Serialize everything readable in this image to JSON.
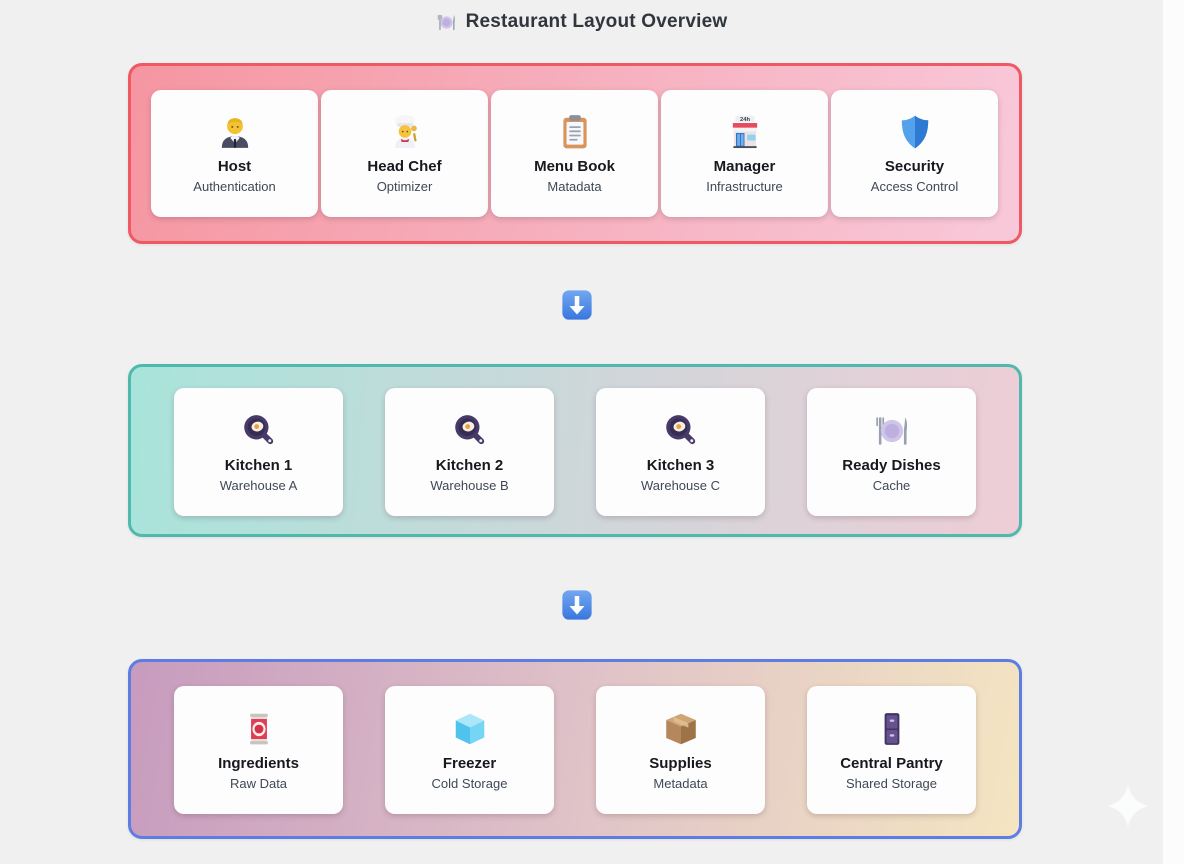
{
  "page": {
    "title": "Restaurant Layout Overview",
    "title_icon": "plate-cutlery-icon",
    "background_color": "#f0f0f1",
    "right_strip_color": "#fcfcfd"
  },
  "sections": [
    {
      "id": "front-of-house",
      "theme": {
        "border": "#ee5964",
        "gradient_angle": "105deg",
        "gradient_stops": [
          "#f596a1",
          "#f8c9da"
        ]
      },
      "cards": [
        {
          "icon": "businessman-icon",
          "title": "Host",
          "subtitle": "Authentication"
        },
        {
          "icon": "chef-icon",
          "title": "Head Chef",
          "subtitle": "Optimizer"
        },
        {
          "icon": "clipboard-icon",
          "title": "Menu Book",
          "subtitle": "Matadata"
        },
        {
          "icon": "convenience-store-icon",
          "title": "Manager",
          "subtitle": "Infrastructure"
        },
        {
          "icon": "shield-icon",
          "title": "Security",
          "subtitle": "Access Control"
        }
      ]
    },
    {
      "id": "kitchens",
      "theme": {
        "border": "#4fb9ae",
        "gradient_angle": "95deg",
        "gradient_stops": [
          "#a8e4db",
          "#cdd7da",
          "#eecdd6"
        ]
      },
      "cards": [
        {
          "icon": "frying-pan-icon",
          "title": "Kitchen 1",
          "subtitle": "Warehouse A"
        },
        {
          "icon": "frying-pan-icon",
          "title": "Kitchen 2",
          "subtitle": "Warehouse B"
        },
        {
          "icon": "frying-pan-icon",
          "title": "Kitchen 3",
          "subtitle": "Warehouse C"
        },
        {
          "icon": "plate-cutlery-icon",
          "title": "Ready Dishes",
          "subtitle": "Cache"
        }
      ]
    },
    {
      "id": "storage",
      "theme": {
        "border": "#5e7de2",
        "gradient_angle": "100deg",
        "gradient_stops": [
          "#c79bbe",
          "#dfc2c8",
          "#f4e5c1"
        ]
      },
      "cards": [
        {
          "icon": "canned-food-icon",
          "title": "Ingredients",
          "subtitle": "Raw Data"
        },
        {
          "icon": "ice-cube-icon",
          "title": "Freezer",
          "subtitle": "Cold Storage"
        },
        {
          "icon": "package-icon",
          "title": "Supplies",
          "subtitle": "Metadata"
        },
        {
          "icon": "file-cabinet-icon",
          "title": "Central Pantry",
          "subtitle": "Shared Storage"
        }
      ]
    }
  ],
  "connectors": [
    {
      "icon": "down-arrow-icon",
      "color": "#4285e8"
    },
    {
      "icon": "down-arrow-icon",
      "color": "#4285e8"
    }
  ],
  "decor": {
    "sparkle_icon": "sparkle-icon",
    "sparkle_color": "#fbfdfc"
  }
}
